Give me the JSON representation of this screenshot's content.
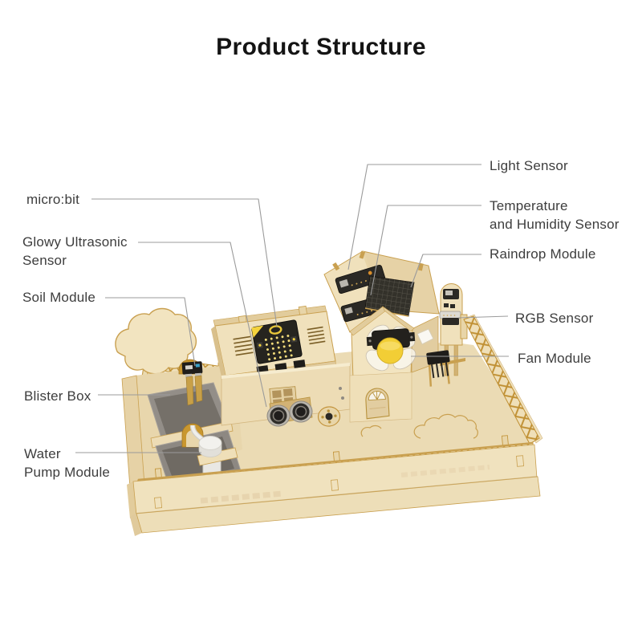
{
  "title": "Product Structure",
  "labels": {
    "microbit": {
      "text": "micro:bit"
    },
    "glowy_ultrasonic": {
      "text": "Glowy Ultrasonic\nSensor"
    },
    "soil_module": {
      "text": "Soil Module"
    },
    "blister_box": {
      "text": "Blister Box"
    },
    "water_pump": {
      "text": "Water\nPump Module"
    },
    "light_sensor": {
      "text": "Light Sensor"
    },
    "temp_humidity": {
      "text": "Temperature\nand Humidity Sensor"
    },
    "raindrop": {
      "text": "Raindrop Module"
    },
    "rgb_sensor": {
      "text": "RGB Sensor"
    },
    "fan_module": {
      "text": "Fan Module"
    }
  },
  "colors": {
    "wood_light": "#F0E1BC",
    "wood_mid": "#E8D5A8",
    "wood_edge": "#C9A050",
    "wood_cut": "#C09033",
    "board_dark": "#2B2925",
    "accent_yellow": "#F2CE35",
    "tray_gray": "#8A857F",
    "leader_line": "#9B9B9B",
    "label_text": "#3D3D3D",
    "title_text": "#141414"
  }
}
